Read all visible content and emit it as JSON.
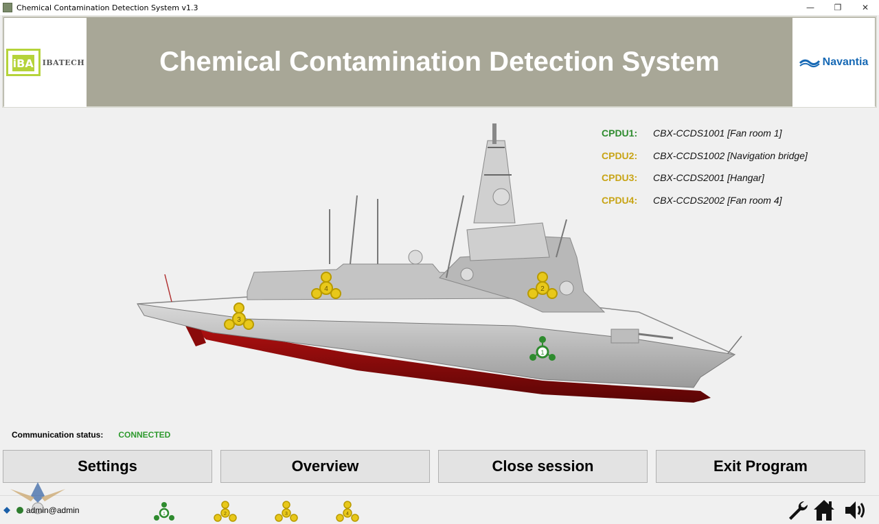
{
  "window": {
    "title": "Chemical Contamination Detection System v1.3",
    "minimize": "—",
    "restore": "❐",
    "close": "✕"
  },
  "header": {
    "title": "Chemical Contamination Detection System",
    "left_logo_text": "IBATECH",
    "left_logo_mark": "iBA",
    "right_logo_text": "Navantia"
  },
  "legend": [
    {
      "key": "CPDU1:",
      "value": "CBX-CCDS1001 [Fan room 1]",
      "color": "#2e8b2e"
    },
    {
      "key": "CPDU2:",
      "value": "CBX-CCDS1002 [Navigation bridge]",
      "color": "#c8a415"
    },
    {
      "key": "CPDU3:",
      "value": "CBX-CCDS2001 [Hangar]",
      "color": "#c8a415"
    },
    {
      "key": "CPDU4:",
      "value": "CBX-CCDS2002 [Fan room 4]",
      "color": "#c8a415"
    }
  ],
  "ship_markers": [
    {
      "num": "1",
      "color": "#2e8b2e"
    },
    {
      "num": "2",
      "color": "#e8c81a"
    },
    {
      "num": "3",
      "color": "#e8c81a"
    },
    {
      "num": "4",
      "color": "#e8c81a"
    }
  ],
  "communication": {
    "label": "Communication status:",
    "value": "CONNECTED"
  },
  "buttons": {
    "settings": "Settings",
    "overview": "Overview",
    "close_session": "Close session",
    "exit": "Exit Program"
  },
  "bottom": {
    "user": "admin@admin",
    "status_icons": [
      {
        "num": "1",
        "color": "#2e8b2e"
      },
      {
        "num": "2",
        "color": "#e8c81a"
      },
      {
        "num": "3",
        "color": "#e8c81a"
      },
      {
        "num": "4",
        "color": "#e8c81a"
      }
    ],
    "tools": [
      "wrench-icon",
      "home-icon",
      "speaker-icon"
    ]
  }
}
